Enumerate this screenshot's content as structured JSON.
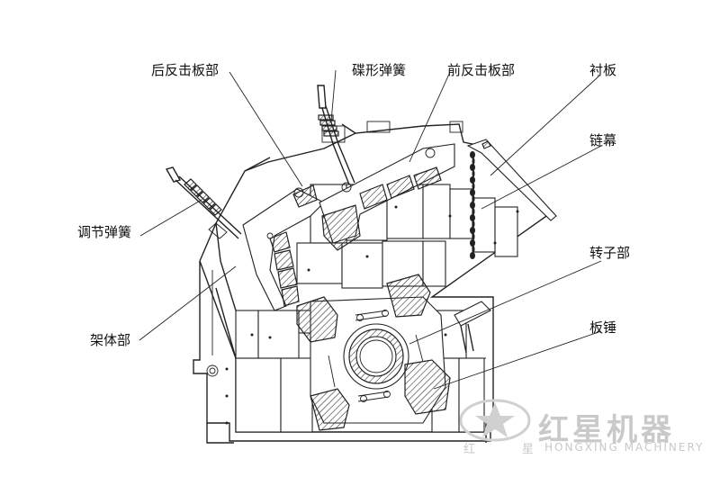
{
  "labels": {
    "rear_impact_plate": "后反击板部",
    "disc_spring": "碟形弹簧",
    "front_impact_plate": "前反击板部",
    "liner": "衬板",
    "chain_curtain": "链幕",
    "adjusting_spring": "调节弹簧",
    "rotor": "转子部",
    "frame": "架体部",
    "blow_bar": "板锤"
  },
  "watermark": {
    "brand_cn": "红星机器",
    "brand_en": "HONGXING MACHINERY",
    "side_char_1": "红",
    "side_char_2": "星"
  },
  "colors": {
    "line": "#222222",
    "watermark": "#c9c9c9",
    "background": "#ffffff"
  }
}
